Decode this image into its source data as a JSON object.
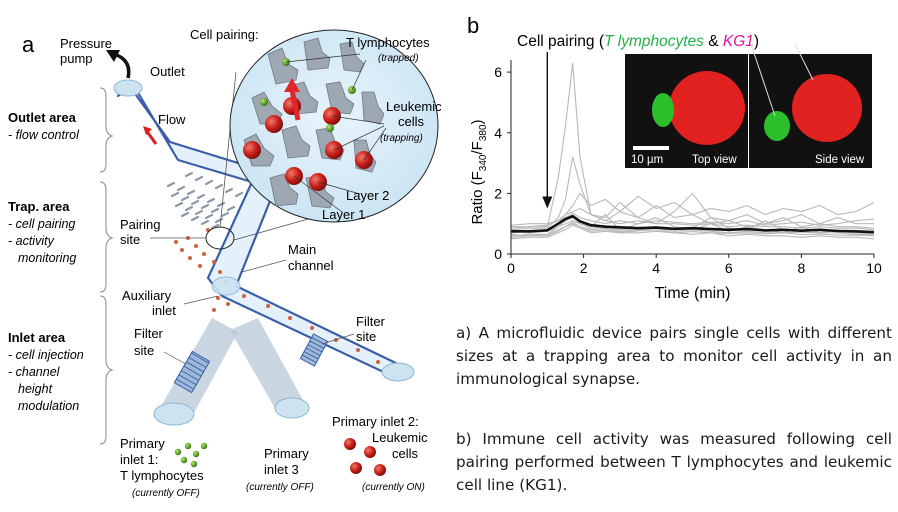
{
  "panel_a": {
    "letter": "a",
    "pressure_pump": [
      "Pressure",
      "pump"
    ],
    "outlet": "Outlet",
    "flow": "Flow",
    "cell_pairing": "Cell pairing:",
    "t_lymphocytes": "T lymphocytes",
    "trapped": "(trapped)",
    "leukemic_cells": [
      "Leukemic",
      "cells"
    ],
    "trapping": "(trapping)",
    "layer2": "Layer 2",
    "layer1": "Layer 1",
    "outlet_area": {
      "title": "Outlet area",
      "items": [
        "- flow control"
      ]
    },
    "trap_area": {
      "title": "Trap. area",
      "items": [
        "- cell pairing",
        "- activity",
        "  monitoring"
      ]
    },
    "inlet_area": {
      "title": "Inlet area",
      "items": [
        "- cell injection",
        "- channel",
        "  height",
        "  modulation"
      ]
    },
    "pairing_site": [
      "Pairing",
      "site"
    ],
    "main_channel": [
      "Main",
      "channel"
    ],
    "auxiliary_inlet": [
      "Auxiliary",
      "inlet"
    ],
    "filter_site_left": [
      "Filter",
      "site"
    ],
    "filter_site_right": [
      "Filter",
      "site"
    ],
    "primary_inlet1": [
      "Primary",
      "inlet 1:",
      "T lymphocytes"
    ],
    "inlet1_status": "(currently OFF)",
    "primary_inlet3": [
      "Primary",
      "inlet 3"
    ],
    "inlet3_status": "(currently OFF)",
    "primary_inlet2": [
      "Primary inlet 2:",
      "Leukemic",
      "cells"
    ],
    "inlet2_status": "(currently ON)"
  },
  "panel_b": {
    "letter": "b",
    "annotation_prefix": "Cell pairing (",
    "annotation_t": "T lymphocytes",
    "annotation_amp": " & ",
    "annotation_kg1": "KG1",
    "annotation_suffix": ")",
    "scale_bar": "10 µm",
    "top_view": "Top view",
    "side_view": "Side view"
  },
  "colors": {
    "t_cell": "#23b04a",
    "kg1": "#e0169a",
    "channel": "#3a5ea8",
    "leukemic": "#c8201c"
  },
  "chart_data": {
    "type": "line",
    "xlabel": "Time (min)",
    "ylabel": "Ratio (F340/F380)",
    "ylabel_parts": [
      "Ratio (F",
      "340",
      "/F",
      "380",
      ")"
    ],
    "xlim": [
      0,
      10
    ],
    "ylim": [
      0,
      6.4
    ],
    "xticks": [
      0,
      2,
      4,
      6,
      8,
      10
    ],
    "yticks": [
      0,
      2,
      4,
      6
    ],
    "annotation_x": 1.0,
    "x": [
      0,
      0.5,
      1.0,
      1.3,
      1.5,
      1.7,
      1.9,
      2.2,
      2.6,
      3.0,
      3.5,
      4.0,
      4.5,
      5.0,
      5.5,
      6.0,
      6.5,
      7.0,
      7.5,
      8.0,
      8.5,
      9.0,
      9.5,
      10.0
    ],
    "mean": [
      0.75,
      0.75,
      0.78,
      1.0,
      1.15,
      1.25,
      1.08,
      0.95,
      0.9,
      0.88,
      0.85,
      0.87,
      0.83,
      0.85,
      0.82,
      0.8,
      0.82,
      0.78,
      0.8,
      0.77,
      0.8,
      0.76,
      0.75,
      0.72
    ],
    "series": [
      {
        "values": [
          0.85,
          0.9,
          0.9,
          2.5,
          4.2,
          6.3,
          3.2,
          1.3,
          1.1,
          1.0,
          1.1,
          1.0,
          1.0,
          0.95,
          1.0,
          0.9,
          0.95,
          0.9,
          0.9,
          0.85,
          0.9,
          0.85,
          0.85,
          0.8
        ]
      },
      {
        "values": [
          0.8,
          0.85,
          0.85,
          1.2,
          1.8,
          3.2,
          2.3,
          1.3,
          1.1,
          1.4,
          1.2,
          1.6,
          1.2,
          1.3,
          1.0,
          1.1,
          0.9,
          1.0,
          1.2,
          0.9,
          1.0,
          0.9,
          0.9,
          0.85
        ]
      },
      {
        "values": [
          0.7,
          0.75,
          0.8,
          1.0,
          1.3,
          1.6,
          2.0,
          1.6,
          1.8,
          1.4,
          1.9,
          1.5,
          1.7,
          1.3,
          1.5,
          1.4,
          1.6,
          1.3,
          1.5,
          1.4,
          1.6,
          1.3,
          1.4,
          1.7
        ]
      },
      {
        "values": [
          0.9,
          0.9,
          0.95,
          1.1,
          1.3,
          1.4,
          1.5,
          1.3,
          1.2,
          1.7,
          1.2,
          1.0,
          1.4,
          2.0,
          1.2,
          1.1,
          1.3,
          1.0,
          1.1,
          1.3,
          1.0,
          1.2,
          1.0,
          1.0
        ]
      },
      {
        "values": [
          0.6,
          0.65,
          0.65,
          0.9,
          1.1,
          1.2,
          1.0,
          0.9,
          1.3,
          0.8,
          1.0,
          1.2,
          0.9,
          0.8,
          1.0,
          0.75,
          0.9,
          0.8,
          0.7,
          0.9,
          0.7,
          0.8,
          0.7,
          0.65
        ]
      },
      {
        "values": [
          0.75,
          0.7,
          0.75,
          0.9,
          1.0,
          1.1,
          1.0,
          0.85,
          0.9,
          0.8,
          0.85,
          0.9,
          0.8,
          0.85,
          1.2,
          0.85,
          0.8,
          1.1,
          0.8,
          0.75,
          0.8,
          0.75,
          0.7,
          0.7
        ]
      },
      {
        "values": [
          0.5,
          0.55,
          0.55,
          0.7,
          0.8,
          0.95,
          0.85,
          0.7,
          0.75,
          0.7,
          0.7,
          0.75,
          0.7,
          0.65,
          0.7,
          0.6,
          0.65,
          0.6,
          0.6,
          0.55,
          0.6,
          0.55,
          0.55,
          0.5
        ]
      },
      {
        "values": [
          0.65,
          0.6,
          0.65,
          0.8,
          0.9,
          1.05,
          0.9,
          0.8,
          0.85,
          0.75,
          0.8,
          0.85,
          0.75,
          0.8,
          0.75,
          0.7,
          0.75,
          0.7,
          0.7,
          0.72,
          0.7,
          0.7,
          0.65,
          0.62
        ]
      },
      {
        "values": [
          0.95,
          1.0,
          1.0,
          1.1,
          1.2,
          1.35,
          1.2,
          1.1,
          1.0,
          1.1,
          1.0,
          1.1,
          1.05,
          1.0,
          1.05,
          1.0,
          1.1,
          0.95,
          1.0,
          1.05,
          0.95,
          1.0,
          1.1,
          1.15
        ]
      },
      {
        "values": [
          0.55,
          0.6,
          0.6,
          0.75,
          0.9,
          1.0,
          0.9,
          0.75,
          0.8,
          0.72,
          0.76,
          0.8,
          0.7,
          0.74,
          0.7,
          0.68,
          0.7,
          0.66,
          0.7,
          0.64,
          0.66,
          0.62,
          0.62,
          0.6
        ]
      }
    ]
  },
  "captions": {
    "a": "a) A microfluidic device pairs single cells with different sizes at a trapping area to monitor cell activity in an immunological synapse.",
    "b": "b) Immune cell activity was measured following cell pairing performed between T lymphocytes and leukemic cell line (KG1)."
  }
}
